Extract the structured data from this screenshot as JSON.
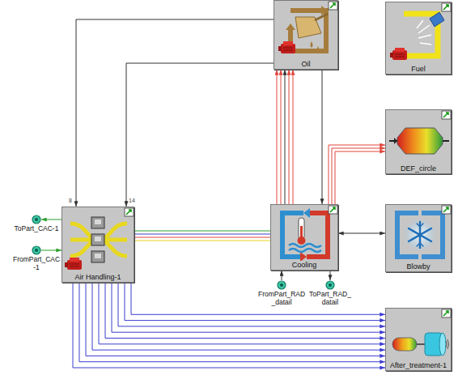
{
  "diagram": {
    "nodes": [
      {
        "text": [
          "Oil"
        ]
      },
      {
        "text": [
          "Fuel"
        ]
      },
      {
        "text": [
          "DEF_circle"
        ]
      },
      {
        "text": [
          "ToPart_CAC-1"
        ]
      },
      {
        "text": [
          "FromPart_CAC -1"
        ]
      },
      {
        "text": [
          "Air Handling-1"
        ]
      },
      {
        "text": [
          "Cooling"
        ]
      },
      {
        "text": [
          "Blowby"
        ]
      },
      {
        "text": [
          "FromPart_RAD _datail"
        ]
      },
      {
        "text": [
          "ToPart_RAD_ datail"
        ]
      },
      {
        "text": [
          "After_treatment-1"
        ]
      }
    ],
    "edges": [
      {
        "from": 0,
        "to": 5,
        "arrow": "to"
      },
      {
        "from": 0,
        "to": 5,
        "arrow": "to"
      },
      {
        "from": 6,
        "to": 0,
        "arrow": "to"
      },
      {
        "from": 0,
        "to": 6,
        "arrow": "to"
      },
      {
        "from": 6,
        "to": 2,
        "arrow": "to"
      },
      {
        "from": 5,
        "to": 3,
        "arrow": "to"
      },
      {
        "from": 4,
        "to": 5,
        "arrow": "to"
      },
      {
        "from": 5,
        "to": 6,
        "arrow": "none"
      },
      {
        "from": 6,
        "to": 7,
        "arrow": "both"
      },
      {
        "from": 8,
        "to": 6,
        "arrow": "to"
      },
      {
        "from": 6,
        "to": 9,
        "arrow": "to"
      },
      {
        "from": 5,
        "to": 10,
        "arrow": "to"
      }
    ],
    "labels": [
      "8",
      "14"
    ]
  }
}
